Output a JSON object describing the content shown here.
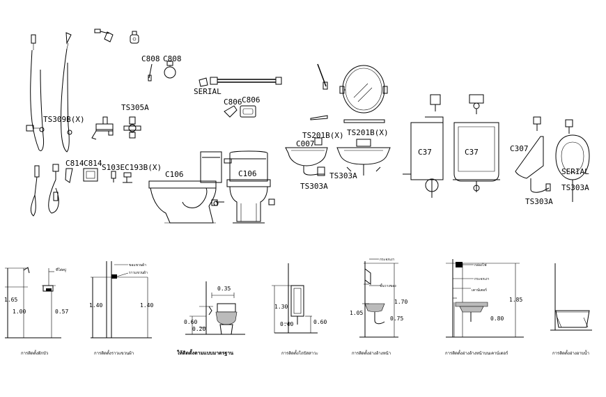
{
  "fixture_labels": {
    "hand_shower_1": "TS309B(X)",
    "shower_mixer": "TS305A",
    "towel_ring_1": "C808",
    "towel_ring_2": "C808",
    "towel_bar": "SERIAL",
    "soap_dish_1": "C806",
    "soap_dish_2": "C806",
    "paper_holder_1": "C814",
    "paper_holder_2": "C814",
    "bidet_spray": "S103EC193B(X)",
    "toilet_side": "C106",
    "toilet_front": "C106",
    "faucet_1": "TS201B(X)",
    "faucet_2": "TS201B(X)",
    "basin_side": "C007",
    "trap_1": "TS303A",
    "trap_2": "TS303A",
    "urinal_side": "C37",
    "urinal_front": "C37",
    "small_urinal_side": "C307",
    "small_urinal_front": "SERIAL",
    "urinal_trap_1": "TS303A",
    "urinal_trap_2": "TS303A"
  },
  "elevations": [
    {
      "dims": [
        "1.65",
        "1.00",
        "0.57"
      ],
      "notes": [
        "ที่ใส่สบู่"
      ],
      "caption": "การติดตั้งฝักบัว"
    },
    {
      "dims": [
        "1.40",
        "1.40"
      ],
      "notes": [
        "ขอแขวนผ้า",
        "ราวแขวนผ้า"
      ],
      "caption": "การติดตั้งราวแขวนผ้า"
    },
    {
      "dims": [
        "0.35",
        "0.60",
        "0.20"
      ],
      "notes": [],
      "caption": "ให้ติดตั้งตามแบบมาตรฐาน"
    },
    {
      "dims": [
        "1.30",
        "0.40",
        "0.60"
      ],
      "notes": [],
      "caption": "การติดตั้งโถปัสสาวะ"
    },
    {
      "dims": [
        "1.70",
        "1.05",
        "0.75"
      ],
      "notes": [
        "กระจกเงา",
        "ชั้นวางของ"
      ],
      "caption": "การติดตั้งอ่างล้างหน้า"
    },
    {
      "dims": [
        "1.85",
        "0.80"
      ],
      "notes": [
        "กล่องไฟ",
        "กระจกเงา",
        "เคาน์เตอร์"
      ],
      "caption": "การติดตั้งอ่างล้างหน้าบนเคาน์เตอร์"
    },
    {
      "dims": [],
      "notes": [],
      "caption": "การติดตั้งอ่างอาบน้ำ"
    }
  ]
}
